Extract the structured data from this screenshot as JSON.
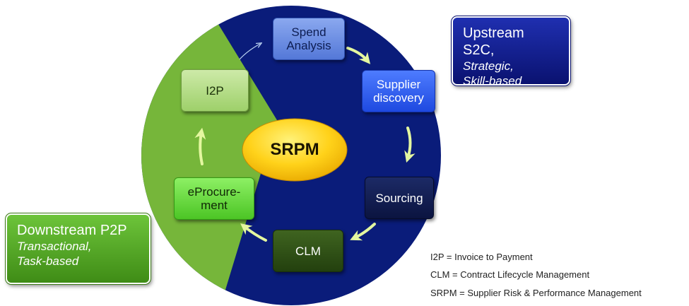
{
  "nodes": {
    "spend_analysis": [
      "Spend",
      "Analysis"
    ],
    "supplier_discovery": [
      "Supplier",
      "discovery"
    ],
    "sourcing": [
      "Sourcing"
    ],
    "clm": [
      "CLM"
    ],
    "eprocurement": [
      "eProcure-",
      "ment"
    ],
    "i2p": [
      "I2P"
    ],
    "center": "SRPM"
  },
  "upstream": {
    "title": "Upstream S2C,",
    "lines": [
      "Strategic,",
      "Skill-based"
    ]
  },
  "downstream": {
    "title": "Downstream P2P",
    "lines": [
      "Transactional,",
      "Task-based"
    ]
  },
  "legend": [
    "I2P = Invoice to Payment",
    "CLM = Contract Lifecycle Management",
    "SRPM = Supplier Risk & Performance Management"
  ],
  "colors": {
    "upstream_blue": "#0a1c7a",
    "downstream_green": "#76b63a",
    "arrow": "#e4f7a0",
    "center_fill": "#ffc300"
  }
}
